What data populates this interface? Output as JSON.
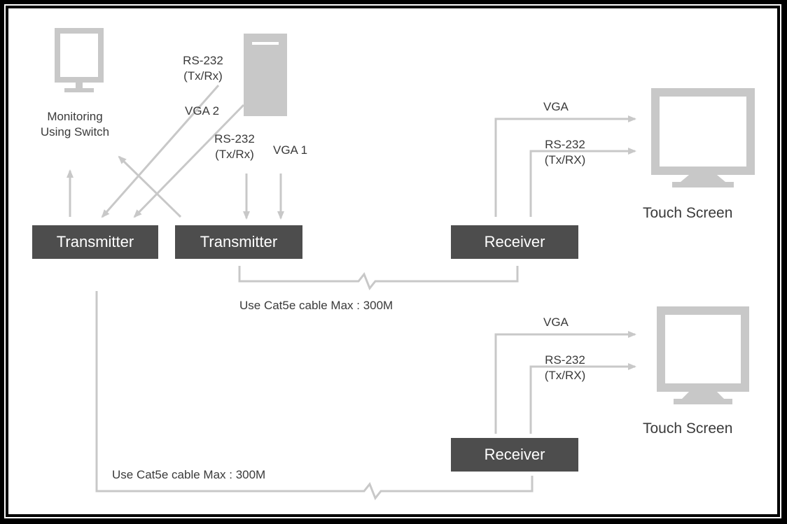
{
  "monitor_label": "Monitoring\nUsing Switch",
  "tx_a_rs232": "RS-232\n(Tx/Rx)",
  "vga2": "VGA 2",
  "tx_b_rs232": "RS-232\n(Tx/Rx)",
  "vga1": "VGA 1",
  "transmitter_1": "Transmitter",
  "transmitter_2": "Transmitter",
  "receiver_1": "Receiver",
  "receiver_2": "Receiver",
  "rx1_vga": "VGA",
  "rx1_rs232": "RS-232\n(Tx/RX)",
  "rx2_vga": "VGA",
  "rx2_rs232": "RS-232\n(Tx/RX)",
  "touch_screen_1": "Touch Screen",
  "touch_screen_2": "Touch Screen",
  "cable_1": "Use Cat5e cable Max : 300M",
  "cable_2": "Use Cat5e cable Max : 300M",
  "colors": {
    "box": "#4d4d4d",
    "line": "#c8c8c8",
    "device": "#c8c8c8"
  }
}
